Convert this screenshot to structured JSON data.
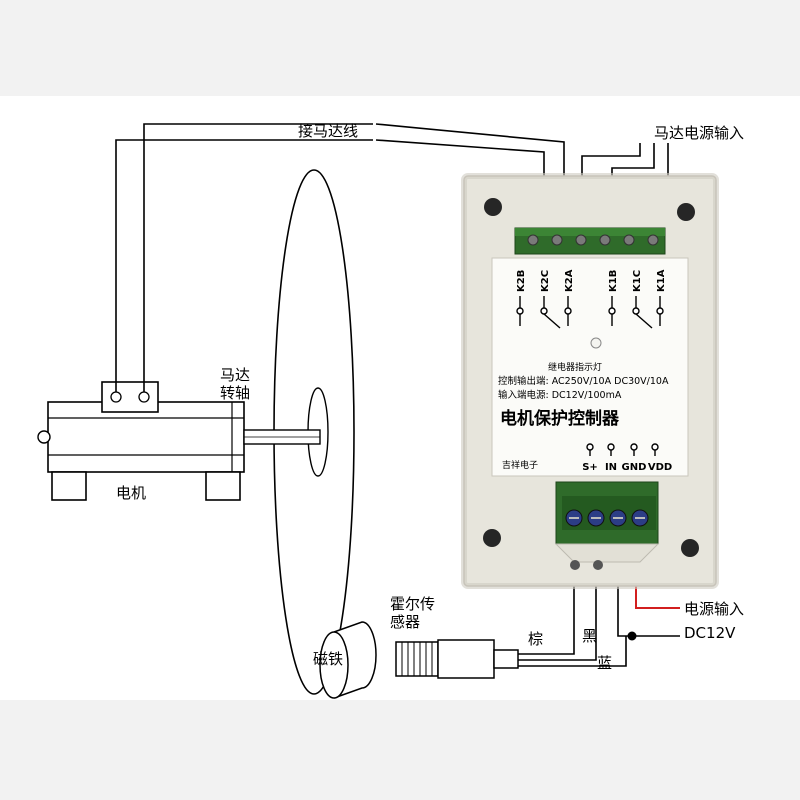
{
  "labels": {
    "motor_wire": "接马达线",
    "motor_power_input": "马达电源输入",
    "motor_shaft_line1": "马达",
    "motor_shaft_line2": "转轴",
    "motor": "电机",
    "hall_sensor_line1": "霍尔传",
    "hall_sensor_line2": "感器",
    "magnet": "磁铁",
    "wire_brown": "棕",
    "wire_black": "黑",
    "wire_blue": "蓝",
    "power_input": "电源输入",
    "power_voltage": "DC12V"
  },
  "controller": {
    "relay_terminals": [
      "K2B",
      "K2C",
      "K2A",
      "K1B",
      "K1C",
      "K1A"
    ],
    "indicator_label": "继电器指示灯",
    "spec_output": "控制输出端: AC250V/10A   DC30V/10A",
    "spec_input": "输入端电源: DC12V/100mA",
    "title": "电机保护控制器",
    "brand": "吉祥电子",
    "input_terminals": [
      "S+",
      "IN",
      "GND",
      "VDD"
    ]
  },
  "colors": {
    "terminal_green": "#2f6b2a",
    "screw_blue": "#2c3d86",
    "power_wire_red": "#d21f1f",
    "enclosure": "#e7e5dc"
  }
}
